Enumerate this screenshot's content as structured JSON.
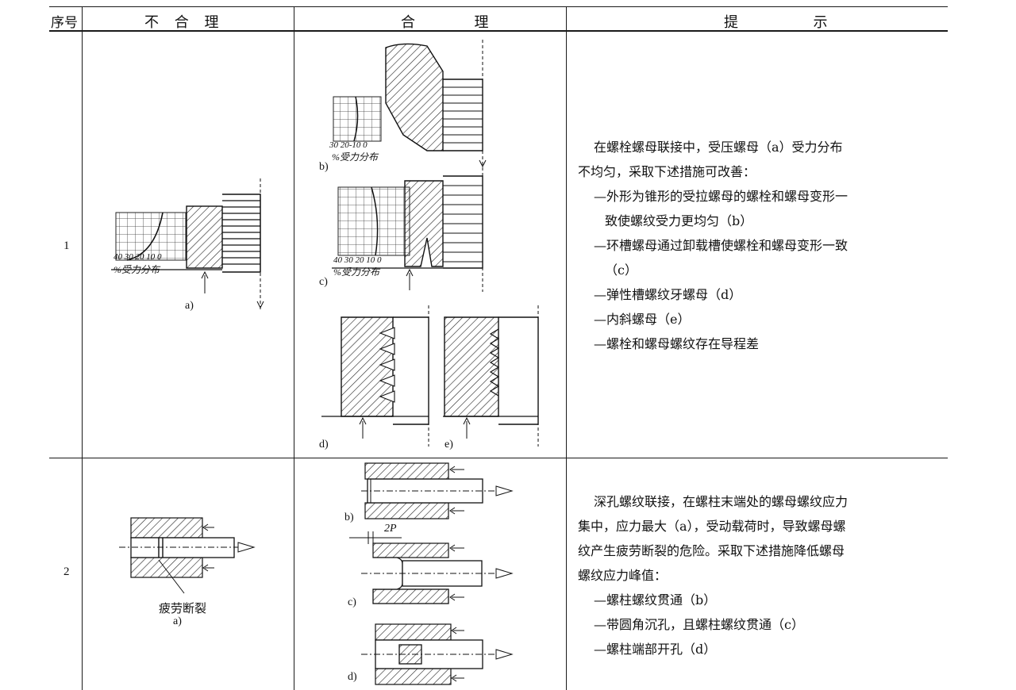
{
  "table": {
    "headers": {
      "no": "序号",
      "bad": "不 合 理",
      "good": "合  理",
      "hint": "提  示"
    },
    "rows": [
      {
        "no": "1",
        "hint": [
          "在螺栓螺母联接中，受压螺母（a）受力分布",
          "不均匀，采取下述措施可改善：",
          "—外形为锥形的受拉螺母的螺栓和螺母变形一",
          "致使螺纹受力更均匀（b）",
          "—环槽螺母通过卸载槽使螺栓和螺母变形一致",
          "（c）",
          "—弹性槽螺纹牙螺母（d）",
          "—内斜螺母（e）",
          "—螺栓和螺母螺纹存在导程差"
        ]
      },
      {
        "no": "2",
        "hint": [
          "深孔螺纹联接，在螺柱末端处的螺母螺纹应力",
          "集中，应力最大（a），受动载荷时，导致螺母螺",
          "纹产生疲劳断裂的危险。采取下述措施降低螺母",
          "螺纹应力峰值：",
          "—螺柱螺纹贯通（b）",
          "—带圆角沉孔，且螺柱螺纹贯通（c）",
          "—螺柱端部开孔（d）"
        ]
      }
    ]
  },
  "figures": {
    "r1": {
      "a": "a)",
      "b": "b)",
      "c": "c)",
      "d": "d)",
      "e": "e)",
      "axis_a": "40 30 20 10  0",
      "axis_b": "30 20-10  0",
      "axis_c": "40 30 20 10  0",
      "dist_label": "%受力分布"
    },
    "r2": {
      "a": "a)",
      "b": "b)",
      "c": "c)",
      "d": "d)",
      "fatigue": "疲劳断裂",
      "pitch": "2P"
    }
  }
}
